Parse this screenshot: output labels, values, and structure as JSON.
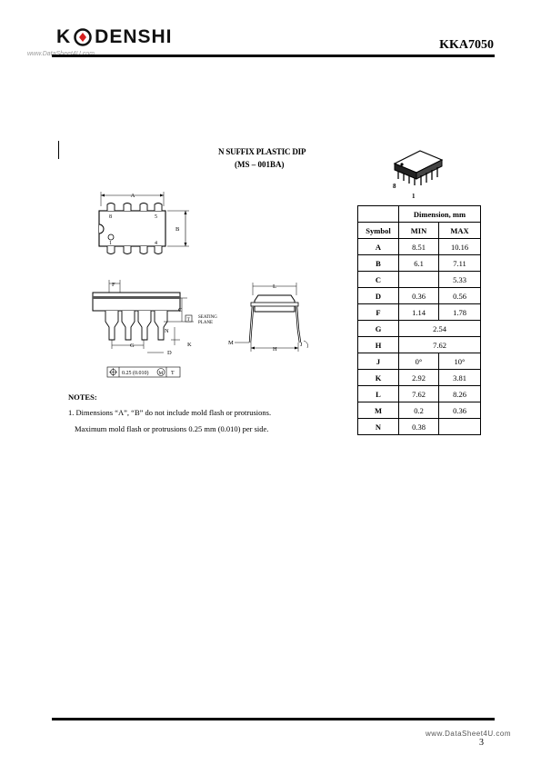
{
  "header": {
    "logo_k": "K",
    "logo_rest": "DENSHI",
    "watermark": "www.DataSheet4U.com",
    "part_number": "KKA7050"
  },
  "package": {
    "title": "N SUFFIX PLASTIC DIP",
    "subtitle": "(MS – 001BA)",
    "pin_label_8": "8",
    "pin_label_1": "1"
  },
  "drawing_labels": {
    "A": "A",
    "B": "B",
    "C": "C",
    "D": "D",
    "F": "F",
    "G": "G",
    "H": "H",
    "J": "J",
    "K": "K",
    "L": "L",
    "M": "M",
    "N": "N",
    "pin8": "8",
    "pin5": "5",
    "pin1": "1",
    "pin4": "4",
    "seating1": "SEATING",
    "seating2": "PLANE",
    "tolerance": "0.25 (0.010)",
    "tol_m": "M",
    "tol_t": "T",
    "tol_t_small": "T"
  },
  "table": {
    "header_dimension": "Dimension, mm",
    "header_symbol": "Symbol",
    "header_min": "MIN",
    "header_max": "MAX",
    "rows": [
      {
        "symbol": "A",
        "min": "8.51",
        "max": "10.16"
      },
      {
        "symbol": "B",
        "min": "6.1",
        "max": "7.11"
      },
      {
        "symbol": "C",
        "min": "",
        "max": "5.33"
      },
      {
        "symbol": "D",
        "min": "0.36",
        "max": "0.56"
      },
      {
        "symbol": "F",
        "min": "1.14",
        "max": "1.78"
      },
      {
        "symbol": "G",
        "span": "2.54"
      },
      {
        "symbol": "H",
        "span": "7.62"
      },
      {
        "symbol": "J",
        "min": "0°",
        "max": "10°"
      },
      {
        "symbol": "K",
        "min": "2.92",
        "max": "3.81"
      },
      {
        "symbol": "L",
        "min": "7.62",
        "max": "8.26"
      },
      {
        "symbol": "M",
        "min": "0.2",
        "max": "0.36"
      },
      {
        "symbol": "N",
        "min": "0.38",
        "max": ""
      }
    ]
  },
  "notes": {
    "heading": "NOTES:",
    "line1": "1.   Dimensions “A”, “B” do not include mold flash or protrusions.",
    "line2": "Maximum mold flash or protrusions 0.25 mm (0.010) per side."
  },
  "footer": {
    "watermark": "www.DataSheet4U.com",
    "page": "3"
  }
}
